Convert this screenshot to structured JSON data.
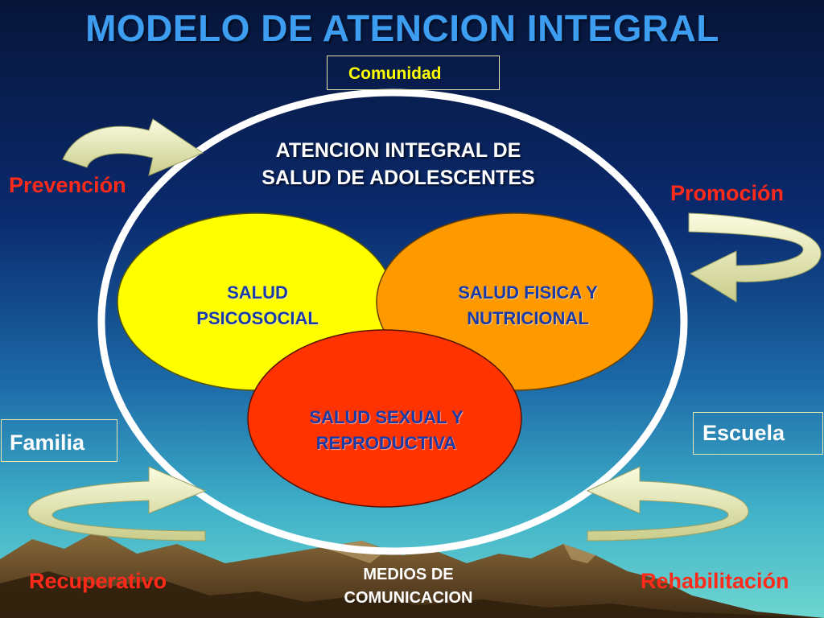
{
  "title": "MODELO DE ATENCION INTEGRAL",
  "comunidad": "Comunidad",
  "center": {
    "line1": "ATENCION INTEGRAL DE",
    "line2": "SALUD DE ADOLESCENTES"
  },
  "ovals": {
    "psicosocial": {
      "line1": "SALUD",
      "line2": "PSICOSOCIAL",
      "color": "#ffff00"
    },
    "fisica": {
      "line1": "SALUD FISICA Y",
      "line2": "NUTRICIONAL",
      "color": "#ff9900"
    },
    "sexual": {
      "line1": "SALUD SEXUAL Y",
      "line2": "REPRODUCTIVA",
      "color": "#ff3300"
    }
  },
  "labels": {
    "prevencion": "Prevención",
    "promocion": "Promoción",
    "familia": "Familia",
    "escuela": "Escuela",
    "recuperativo": "Recuperativo",
    "rehabilitacion": "Rehabilitación"
  },
  "medios": {
    "line1": "MEDIOS DE",
    "line2": "COMUNICACION"
  },
  "colors": {
    "title": "#3d9df0",
    "red_label": "#ff2a1a",
    "text_blue": "#1a3aa8",
    "arrow": "#eef0c0"
  }
}
